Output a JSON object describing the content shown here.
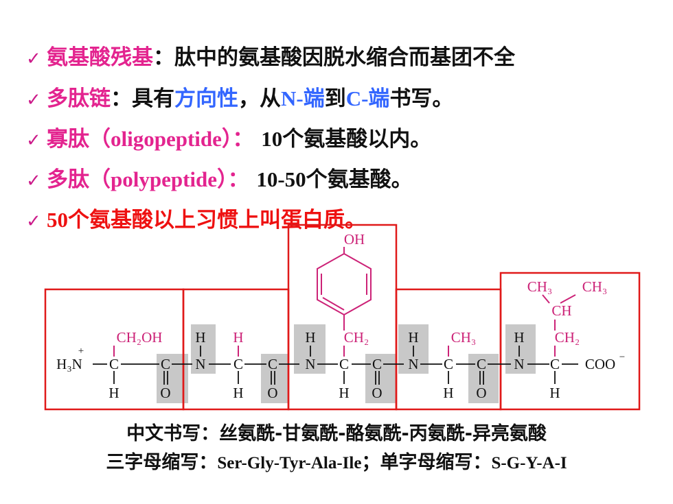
{
  "bullets": {
    "check": "✓",
    "l1": {
      "term": "氨基酸残基",
      "colon": "：",
      "desc": "肽中的氨基酸因脱水缩合而基团不全"
    },
    "l2": {
      "term": "多肽链",
      "colon": "：",
      "t1": "具有",
      "dir": "方向性",
      "t2": "，从",
      "n_end": "N-端",
      "t3": "到",
      "c_end": "C-端",
      "t4": "书写。"
    },
    "l3": {
      "term": "寡肽（",
      "latin": "oligopeptide",
      "close": "）",
      "colon": "：",
      "num": "10",
      "desc": "个氨基酸以内。"
    },
    "l4": {
      "term": "多肽（",
      "latin": "polypeptide",
      "close": "）",
      "colon": "：",
      "num": "10-50",
      "desc": "个氨基酸。"
    },
    "l5": {
      "num": "50",
      "desc": "个氨基酸以上习惯上叫蛋白质。"
    }
  },
  "structure": {
    "oh": "OH",
    "ch3a": "CH₃",
    "ch3b": "CH₃",
    "ch": "CH",
    "ch2oh": "CH₂OH",
    "ch2_tyr": "CH₂",
    "ch3_ala": "CH₃",
    "ch2_ile": "CH₂",
    "h3n": "H₃N",
    "plus": "+",
    "c": "C",
    "n": "N",
    "h": "H",
    "o": "O",
    "coo": "COO",
    "minus": "−",
    "colors": {
      "box": "#e01919",
      "sidechain": "#cc2277",
      "shade": "#c8c8c8",
      "ink": "#111111"
    }
  },
  "caption": {
    "l1": "中文书写：丝氨酰-甘氨酰-酪氨酰-丙氨酰-异亮氨酸",
    "l2a": "三字母缩写：",
    "l2b": "Ser-Gly-Tyr-Ala-Ile",
    "l2c": "；单字母缩写：",
    "l2d": "S-G-Y-A-I"
  }
}
